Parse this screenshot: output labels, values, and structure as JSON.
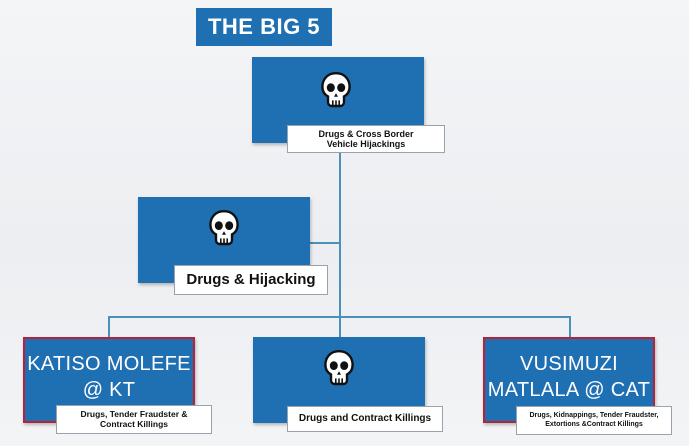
{
  "title": "THE BIG 5",
  "nodes": {
    "top": {
      "label_line1": "Drugs & Cross Border",
      "label_line2": "Vehicle Hijackings"
    },
    "middle": {
      "label": "Drugs & Hijacking"
    },
    "bottom_left": {
      "name_line1": "KATISO MOLEFE",
      "name_line2": "@ KT",
      "label_line1": "Drugs, Tender Fraudster &",
      "label_line2": "Contract Killings"
    },
    "bottom_center": {
      "label": "Drugs and Contract Killings"
    },
    "bottom_right": {
      "name_line1": "VUSIMUZI",
      "name_line2": "MATLALA @ CAT",
      "label_line1": "Drugs, Kidnappings, Tender Fraudster,",
      "label_line2": "Extortions &Contract Killings"
    }
  },
  "icons": {
    "top": "skull-icon",
    "middle": "skull-icon",
    "bottom_center": "skull-icon"
  },
  "colors": {
    "box_fill": "#1f6fb3",
    "highlight_border": "#b3233a",
    "connector": "#4a90b8"
  }
}
